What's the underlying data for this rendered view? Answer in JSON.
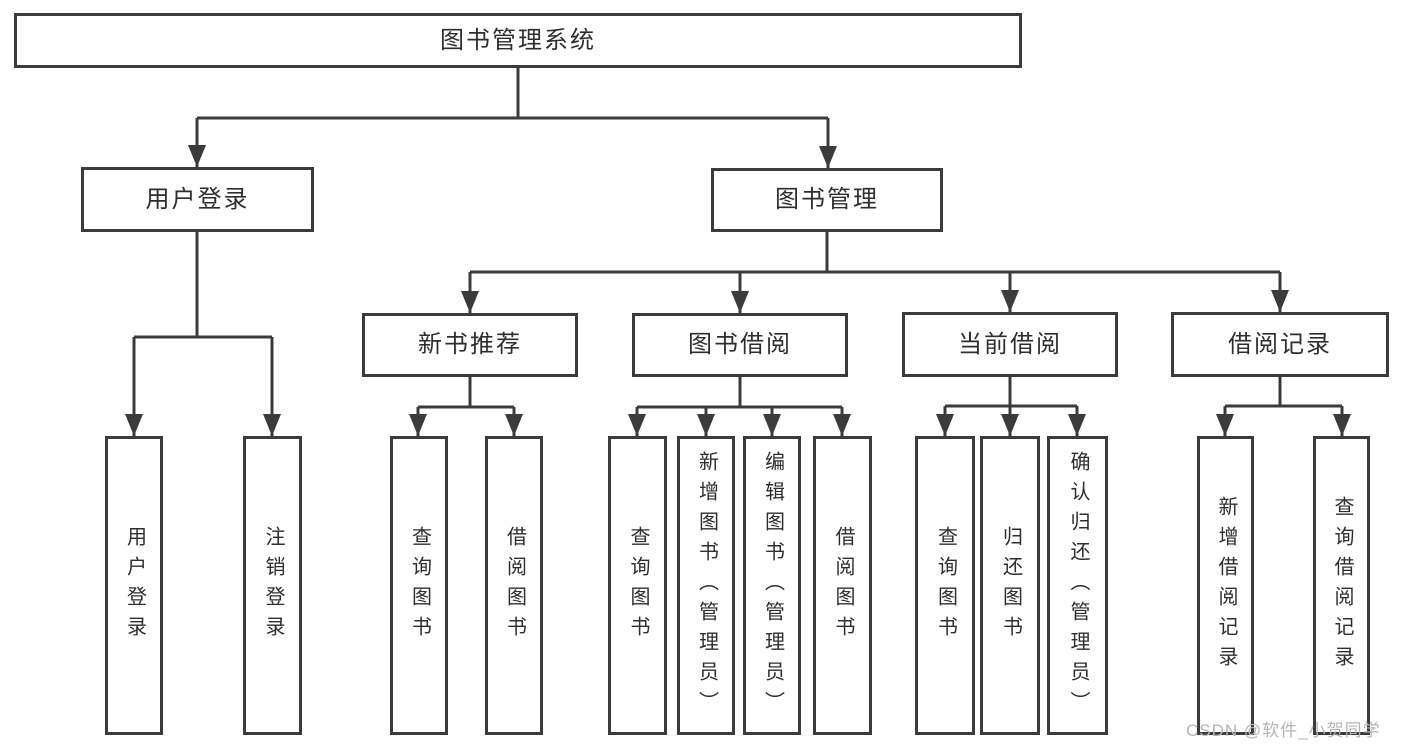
{
  "colors": {
    "line": "#3b3b3b",
    "text": "#2e2e2e",
    "watermark": "#b5b5b5"
  },
  "tree": {
    "root": {
      "label": "图书管理系统"
    },
    "branches": [
      {
        "label": "用户登录",
        "children": [
          {
            "label": "用户登录"
          },
          {
            "label": "注销登录"
          }
        ]
      },
      {
        "label": "图书管理",
        "children": [
          {
            "label": "新书推荐",
            "children": [
              {
                "label": "查询图书"
              },
              {
                "label": "借阅图书"
              }
            ]
          },
          {
            "label": "图书借阅",
            "children": [
              {
                "label": "查询图书"
              },
              {
                "label": "新增图书（管理员）"
              },
              {
                "label": "编辑图书（管理员）"
              },
              {
                "label": "借阅图书"
              }
            ]
          },
          {
            "label": "当前借阅",
            "children": [
              {
                "label": "查询图书"
              },
              {
                "label": "归还图书"
              },
              {
                "label": "确认归还（管理员）"
              }
            ]
          },
          {
            "label": "借阅记录",
            "children": [
              {
                "label": "新增借阅记录"
              },
              {
                "label": "查询借阅记录"
              }
            ]
          }
        ]
      }
    ]
  },
  "watermark": {
    "text": "CSDN @软件_小贺同学"
  }
}
